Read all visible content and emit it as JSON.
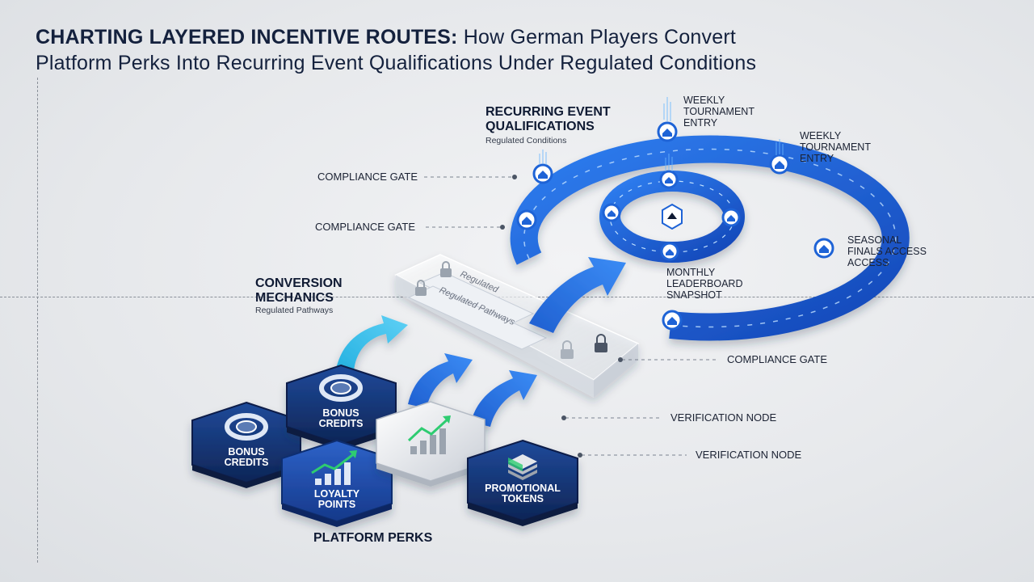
{
  "title": {
    "bold": "CHARTING LAYERED INCENTIVE ROUTES:",
    "rest_line1": " How German Players Convert",
    "line2": "Platform Perks Into Recurring Event Qualifications Under Regulated Conditions"
  },
  "recurring": {
    "title_line1": "RECURRING EVENT",
    "title_line2": "QUALIFICATIONS",
    "subtitle": "Regulated Conditions"
  },
  "conversion": {
    "title_line1": "CONVERSION",
    "title_line2": "MECHANICS",
    "subtitle": "Regulated Pathways"
  },
  "perks_title": "PLATFORM PERKS",
  "ring_labels": {
    "weekly_1_line1": "WEEKLY",
    "weekly_1_line2": "TOURNAMENT",
    "weekly_1_line3": "ENTRY",
    "weekly_2_line1": "WEEKLY",
    "weekly_2_line2": "TOURNAMENT",
    "weekly_2_line3": "ENTRY",
    "seasonal_line1": "SEASONAL",
    "seasonal_line2": "FINALS ACCESS",
    "seasonal_line3": "ACCESS",
    "monthly_line1": "MONTHLY",
    "monthly_line2": "LEADERBOARD",
    "monthly_line3": "SNAPSHOT"
  },
  "callouts": {
    "gate_1": "COMPLIANCE GATE",
    "gate_2": "COMPLIANCE GATE",
    "gate_3": "COMPLIANCE GATE",
    "verify_1": "VERIFICATION NODE",
    "verify_2": "VERIFICATION NODE"
  },
  "panel": {
    "row1": "Regulated",
    "row2": "Regulated Pathways"
  },
  "hexes": {
    "bonus_left_line1": "BONUS",
    "bonus_left_line2": "CREDITS",
    "bonus_top_line1": "BONUS",
    "bonus_top_line2": "CREDITS",
    "loyalty_line1": "LOYALTY",
    "loyalty_line2": "POINTS",
    "promo_line1": "PROMOTIONAL",
    "promo_line2": "TOKENS"
  },
  "colors": {
    "ring_blue": "#1e63d6",
    "hex_navy": "#13306b",
    "arrow_light": "#35b5e8"
  },
  "icons": [
    "lock-icon",
    "house-icon",
    "bar-chart-icon",
    "token-stack-icon",
    "ring-token-icon"
  ]
}
